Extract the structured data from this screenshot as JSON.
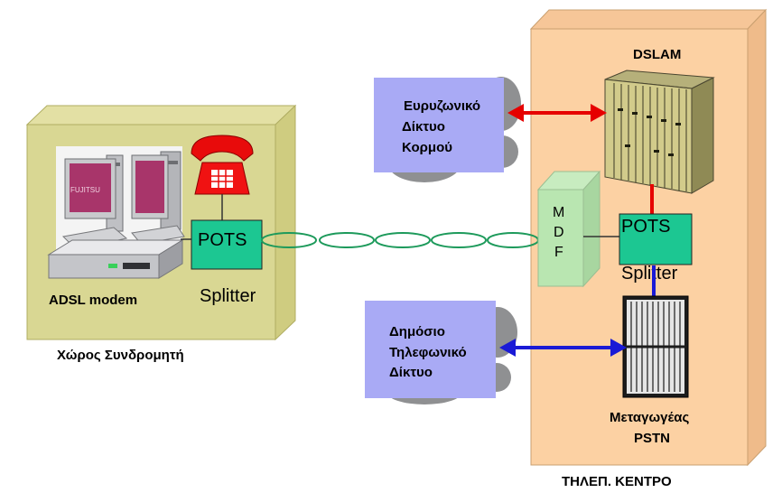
{
  "colors": {
    "subscriber_box_front": "#d9d793",
    "subscriber_box_side": "#cfcc80",
    "office_box_front": "#fcd1a3",
    "office_box_side": "#f2bf90",
    "cloud_panel": "#a9aaf5",
    "pots_green": "#1cc792",
    "mdf_green": "#b9e6b1",
    "twisted_pair": "#1d9a5b",
    "link_red": "#e60000",
    "link_blue": "#1a1ad6"
  },
  "subscriber": {
    "modem_label": "ADSL modem",
    "location_label": "Χώρος Συνδρομητή",
    "monitor_brand": "FUJITSU",
    "phone_icon": "telephone-icon"
  },
  "splitter_subscriber": {
    "pots_label": "POTS",
    "splitter_label": "Splitter"
  },
  "central_office": {
    "label": "ΤΗΛΕΠ. ΚΕΝΤΡΟ",
    "dslam_label": "DSLAM",
    "mdf_letters": [
      "M",
      "D",
      "F"
    ],
    "pots_label": "POTS",
    "splitter_label": "Splitter",
    "switch_label_line1": "Μεταγωγέας",
    "switch_label_line2": "PSTN"
  },
  "broadband_network": {
    "lines": [
      "Ευρυζωνικό",
      "Δίκτυο",
      "Κορμού"
    ]
  },
  "public_network": {
    "lines": [
      "Δημόσιο",
      "Τηλεφωνικό",
      "Δίκτυο"
    ]
  }
}
